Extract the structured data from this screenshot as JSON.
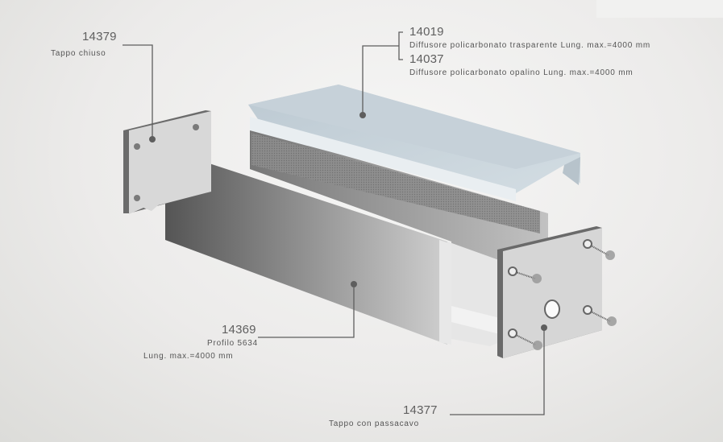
{
  "callouts": {
    "end_cap_closed": {
      "code": "14379",
      "description": "Tappo chiuso"
    },
    "diffuser_clear": {
      "code": "14019",
      "description": "Diffusore policarbonato trasparente Lung. max.=4000 mm"
    },
    "diffuser_opal": {
      "code": "14037",
      "description": "Diffusore policarbonato opalino Lung. max.=4000 mm"
    },
    "profile": {
      "code": "14369",
      "line1": "Profilo 5634",
      "line2": "Lung. max.=4000 mm"
    },
    "end_cap_cable": {
      "code": "14377",
      "description": "Tappo con passacavo"
    }
  },
  "colors": {
    "leader_line": "#5e5e5e",
    "diffuser": "#c4d0d8",
    "profile_dark": "#5a5a5a",
    "profile_light": "#c8c8c8",
    "end_cap": "#d6d6d6",
    "end_cap_edge": "#6a6a6a"
  }
}
